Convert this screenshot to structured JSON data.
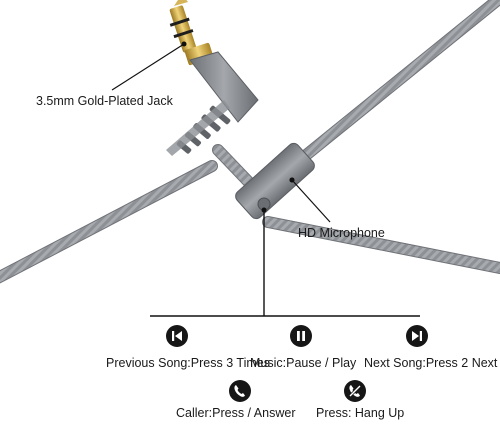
{
  "callouts": {
    "jack": "3.5mm Gold-Plated Jack",
    "mic": "HD Microphone"
  },
  "controls": {
    "previous": {
      "label": "Previous Song:Press 3 Times",
      "icon": "previous-track-icon"
    },
    "play_pause": {
      "label": "Music:Pause / Play",
      "icon": "pause-icon"
    },
    "next": {
      "label": "Next Song:Press 2 Next",
      "icon": "next-track-icon"
    },
    "answer": {
      "label": "Caller:Press / Answer",
      "icon": "phone-icon"
    },
    "hangup": {
      "label": "Press: Hang Up",
      "icon": "hang-up-icon"
    }
  },
  "colors": {
    "cable": "#8e9196",
    "remote": "#7f8388",
    "gold": "#c9a646",
    "icon_bg": "#161616"
  }
}
